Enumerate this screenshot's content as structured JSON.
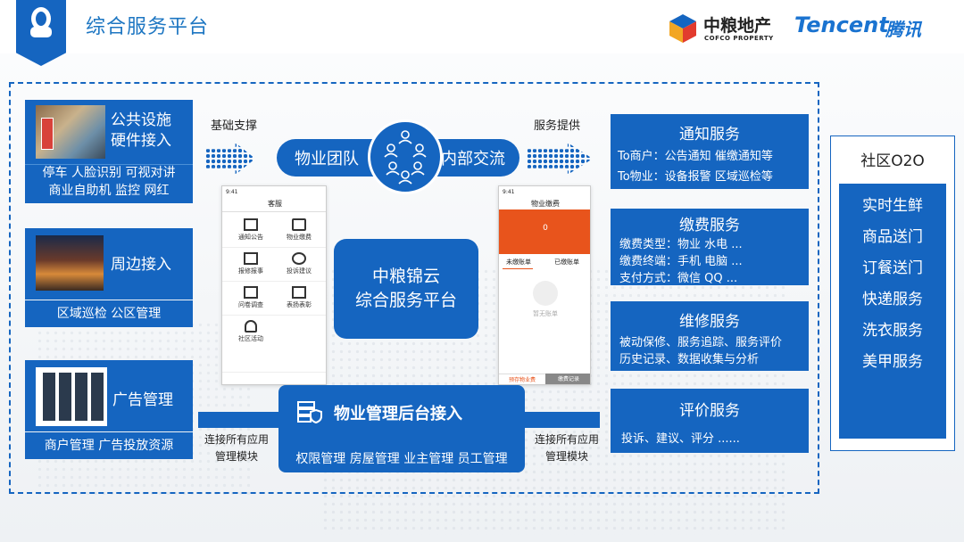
{
  "header": {
    "title": "综合服务平台"
  },
  "logos": {
    "cofco_cn": "中粮地产",
    "cofco_en": "COFCO PROPERTY",
    "tencent_en": "Tencent",
    "tencent_cn": "腾讯"
  },
  "left": {
    "public": {
      "title": "公共设施\n硬件接入",
      "line1": "停车 人脸识别 可视对讲",
      "line2": "商业自助机 监控 网红"
    },
    "around": {
      "title": "周边接入",
      "sub": "区域巡检 公区管理"
    },
    "ads": {
      "title": "广告管理",
      "sub": "商户管理 广告投放资源"
    }
  },
  "center": {
    "label_basic": "基础支撑",
    "label_service": "服务提供",
    "team": "物业团队",
    "internal": "内部交流",
    "platform": "中粮锦云\n综合服务平台",
    "backend": "物业管理后台接入",
    "backend_sub": "权限管理 房屋管理 业主管理 员工管理",
    "connect_left": "连接所有应用\n管理模块",
    "connect_right": "连接所有应用\n管理模块"
  },
  "phone_left": {
    "time": "9:41",
    "title": "客服",
    "items": [
      "通知公告",
      "物业缴费",
      "报修报事",
      "投诉建议",
      "问卷调查",
      "表扬表彰",
      "社区活动"
    ]
  },
  "phone_right": {
    "time": "9:41",
    "title": "物业缴费",
    "amount": "0",
    "tab1": "未缴账单",
    "tab2": "已缴账单",
    "empty": "暂无账单",
    "btn1": "预存物业费",
    "btn2": "缴费记录"
  },
  "services": [
    {
      "title": "通知服务",
      "lines": [
        "To商户：公告通知 催缴通知等",
        "To物业：设备报警 区域巡检等"
      ]
    },
    {
      "title": "缴费服务",
      "lines": [
        "缴费类型：物业 水电 ...",
        "缴费终端：手机 电脑 ...",
        "支付方式：微信 QQ ..."
      ]
    },
    {
      "title": "维修服务",
      "lines": [
        "被动保修、服务追踪、服务评价",
        "历史记录、数据收集与分析"
      ]
    },
    {
      "title": "评价服务",
      "lines": [
        "投诉、建议、评分 ......"
      ]
    }
  ],
  "o2o": {
    "title": "社区O2O",
    "items": [
      "实时生鲜",
      "商品送门",
      "订餐送门",
      "快递服务",
      "洗衣服务",
      "美甲服务"
    ]
  },
  "colors": {
    "primary": "#1565c0",
    "title_text": "#1d76c2",
    "orange": "#e8541c"
  }
}
